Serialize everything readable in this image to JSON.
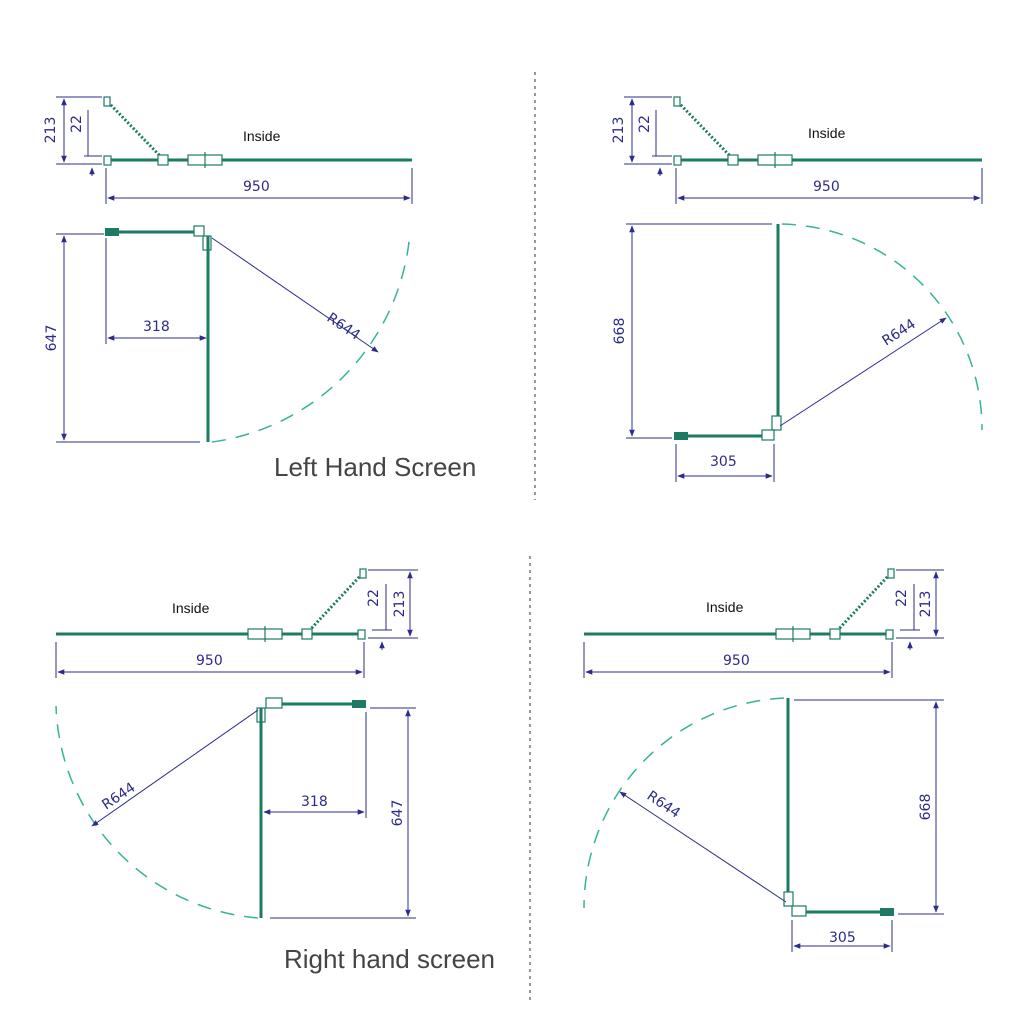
{
  "captions": {
    "left_hand": "Left Hand Screen",
    "right_hand": "Right hand screen"
  },
  "panels": [
    {
      "plan_label": "Inside",
      "dim_width": "950",
      "dim_depth": "213",
      "dim_offset": "22",
      "dim_height": "647",
      "dim_return": "318",
      "dim_radius": "R644"
    },
    {
      "plan_label": "Inside",
      "dim_width": "950",
      "dim_depth": "213",
      "dim_offset": "22",
      "dim_height": "668",
      "dim_return": "305",
      "dim_radius": "R644"
    },
    {
      "plan_label": "Inside",
      "dim_width": "950",
      "dim_depth": "213",
      "dim_offset": "22",
      "dim_height": "647",
      "dim_return": "318",
      "dim_radius": "R644"
    },
    {
      "plan_label": "Inside",
      "dim_width": "950",
      "dim_depth": "213",
      "dim_offset": "22",
      "dim_height": "668",
      "dim_return": "305",
      "dim_radius": "R644"
    }
  ],
  "colors": {
    "glass": "#1d7a63",
    "swing_arc": "#38b29a",
    "dimension": "#2c2c8a",
    "caption": "#444444"
  }
}
